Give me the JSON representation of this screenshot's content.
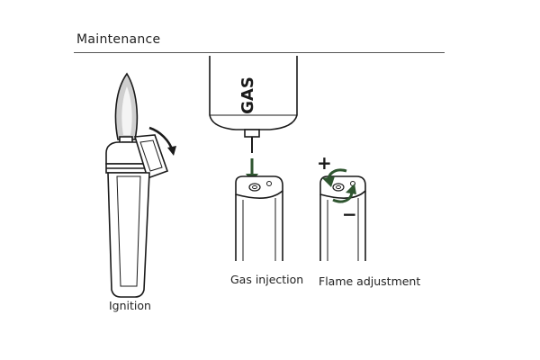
{
  "section": {
    "title": "Maintenance"
  },
  "gas_can": {
    "label": "GAS"
  },
  "symbols": {
    "plus": "+",
    "minus": "−"
  },
  "captions": {
    "ignition": "Ignition",
    "gas_injection": "Gas injection",
    "flame_adjustment": "Flame adjustment"
  },
  "colors": {
    "ink": "#1a1a1a",
    "arrow": "#2f5530",
    "flame": "#cfcfcf",
    "rule": "#555555"
  }
}
